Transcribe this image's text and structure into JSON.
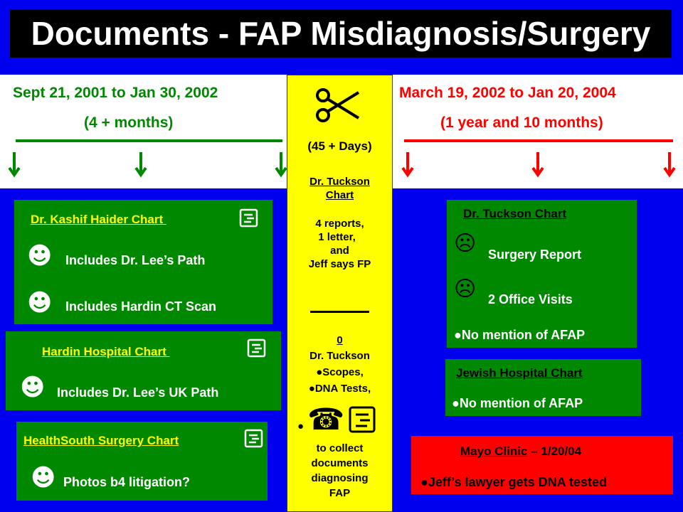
{
  "title": "Documents - FAP Misdiagnosis/Surgery",
  "left_period": {
    "dates": "Sept 21, 2001 to Jan 30, 2002",
    "duration": "(4 + months)"
  },
  "right_period": {
    "dates": "March 19, 2002 to Jan 20, 2004",
    "duration": "(1 year and 10 months)"
  },
  "middle": {
    "days": "(45 + Days)",
    "chart_title": "Dr. Tuckson Chart",
    "reports": [
      "4 reports,",
      "1 letter,",
      "and",
      "Jeff says FP"
    ],
    "zero": "0",
    "doctor": "Dr. Tuckson",
    "items": [
      "●Scopes,",
      "●DNA Tests,"
    ],
    "bullet": "●",
    "collect": [
      "to collect",
      "documents",
      "diagnosing",
      "FAP"
    ]
  },
  "kashif": {
    "title": "Dr. Kashif Haider Chart ",
    "items": [
      "Includes Dr. Lee’s Path",
      "Includes Hardin CT Scan"
    ]
  },
  "hardin": {
    "title": "Hardin Hospital Chart ",
    "items": [
      "Includes Dr. Lee’s UK Path"
    ]
  },
  "healthsouth": {
    "title": "HealthSouth Surgery Chart",
    "items": [
      "Photos b4 litigation?"
    ]
  },
  "tuckson_right": {
    "title": "Dr. Tuckson Chart",
    "items": [
      "Surgery Report",
      "2 Office Visits"
    ],
    "note": "●No mention of AFAP"
  },
  "jewish": {
    "title": "Jewish Hospital Chart",
    "note": "●No mention of AFAP"
  },
  "mayo": {
    "title_link": "Mayo Clinic",
    "title_rest": " – 1/20/04",
    "note": "●Jeff’s lawyer gets DNA tested"
  },
  "glyphs": {
    "smile": "☻",
    "frown": "☹",
    "phone": "☎"
  },
  "colors": {
    "background": "#0000ee",
    "green": "#008800",
    "red": "#ff0000",
    "yellow": "#ffff00",
    "title_bar": "#000000"
  }
}
